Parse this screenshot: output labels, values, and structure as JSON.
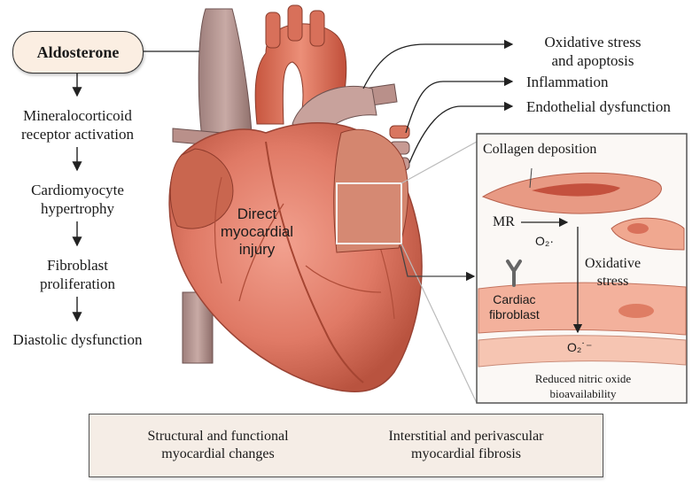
{
  "trigger": "Aldosterone",
  "pathway": [
    {
      "line1": "Mineralocorticoid",
      "line2": "receptor activation"
    },
    {
      "line1": "Cardiomyocyte",
      "line2": "hypertrophy"
    },
    {
      "line1": "Fibroblast",
      "line2": "proliferation"
    },
    {
      "line1": "Diastolic dysfunction",
      "line2": ""
    }
  ],
  "heart_label": {
    "line1": "Direct",
    "line2": "myocardial",
    "line3": "injury"
  },
  "effects": [
    {
      "line1": "Oxidative stress",
      "line2": "and apoptosis"
    },
    {
      "line1": "Inflammation",
      "line2": ""
    },
    {
      "line1": "Endothelial dysfunction",
      "line2": ""
    }
  ],
  "inset": {
    "collagen": "Collagen deposition",
    "mr": "MR",
    "o2_top": "O₂·",
    "oxidative_line1": "Oxidative",
    "oxidative_line2": "stress",
    "cardiac_line1": "Cardiac",
    "cardiac_line2": "fibroblast",
    "o2_bottom": "O₂˙⁻",
    "no_line1": "Reduced nitric oxide",
    "no_line2": "bioavailability"
  },
  "outcomes": {
    "left_line1": "Structural and functional",
    "left_line2": "myocardial changes",
    "right_line1": "Interstitial and perivascular",
    "right_line2": "myocardial fibrosis"
  }
}
